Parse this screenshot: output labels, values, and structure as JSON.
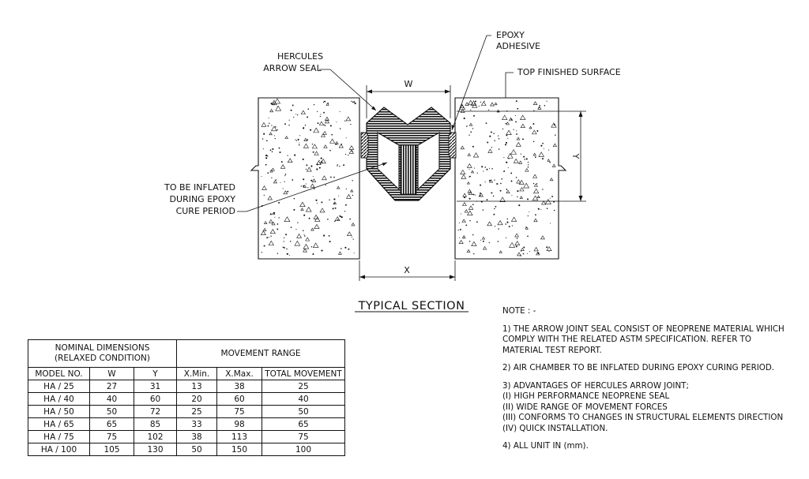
{
  "labels": {
    "epoxy_line1": "EPOXY",
    "epoxy_line2": "ADHESIVE",
    "hercules_line1": "HERCULES",
    "hercules_line2": "ARROW SEAL",
    "top_surface": "TOP FINISHED SURFACE",
    "inflate_line1": "TO BE INFLATED",
    "inflate_line2": "DURING EPOXY",
    "inflate_line3": "CURE PERIOD",
    "dim_w": "W",
    "dim_y": "Y",
    "dim_x": "X",
    "section_title": "TYPICAL SECTION"
  },
  "table": {
    "group1": [
      "NOMINAL DIMENSIONS",
      "(RELAXED CONDITION)"
    ],
    "group2": "MOVEMENT RANGE",
    "columns": [
      "MODEL NO.",
      "W",
      "Y",
      "X.Min.",
      "X.Max.",
      "TOTAL MOVEMENT"
    ],
    "rows": [
      [
        "HA / 25",
        "27",
        "31",
        "13",
        "38",
        "25"
      ],
      [
        "HA / 40",
        "40",
        "60",
        "20",
        "60",
        "40"
      ],
      [
        "HA / 50",
        "50",
        "72",
        "25",
        "75",
        "50"
      ],
      [
        "HA / 65",
        "65",
        "85",
        "33",
        "98",
        "65"
      ],
      [
        "HA / 75",
        "75",
        "102",
        "38",
        "113",
        "75"
      ],
      [
        "HA / 100",
        "105",
        "130",
        "50",
        "150",
        "100"
      ]
    ]
  },
  "notes": {
    "heading": "NOTE : -",
    "n1": [
      "1) THE ARROW JOINT SEAL CONSIST OF NEOPRENE MATERIAL WHICH",
      "COMPLY WITH THE RELATED ASTM SPECIFICATION. REFER TO",
      "MATERIAL TEST REPORT."
    ],
    "n2": "2) AIR CHAMBER TO BE INFLATED DURING EPOXY CURING PERIOD.",
    "n3": [
      "3) ADVANTAGES OF HERCULES ARROW JOINT;",
      "(I) HIGH PERFORMANCE NEOPRENE SEAL",
      "(II) WIDE RANGE OF MOVEMENT FORCES",
      "(III) CONFORMS TO CHANGES IN STRUCTURAL ELEMENTS DIRECTION",
      "(IV) QUICK INSTALLATION."
    ],
    "n4": "4) ALL UNIT IN (mm)."
  }
}
